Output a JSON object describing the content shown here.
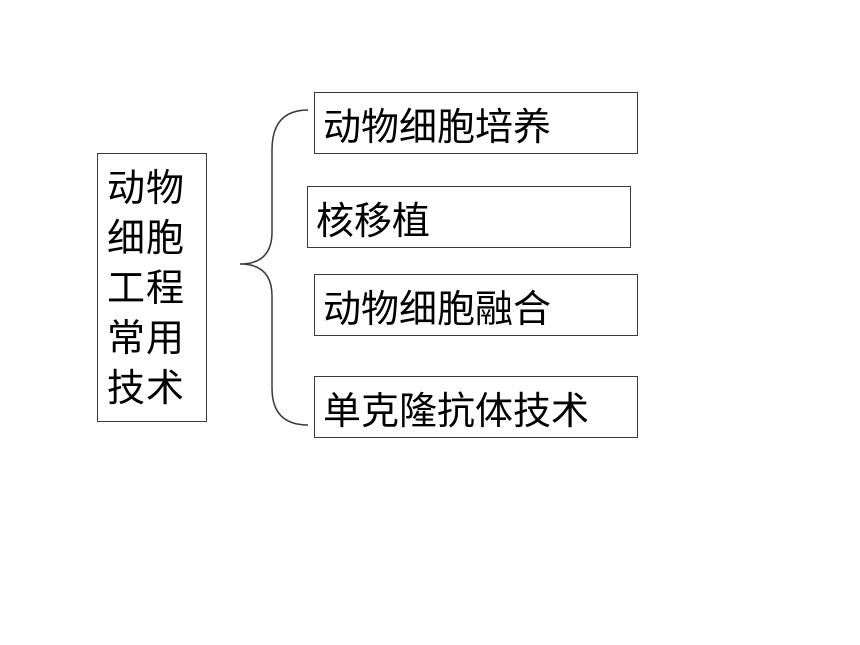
{
  "root": {
    "lines": [
      "动物",
      "细胞",
      "工程",
      "常用",
      "技术"
    ]
  },
  "branches": [
    {
      "label": "动物细胞培养"
    },
    {
      "label": "核移植"
    },
    {
      "label": "动物细胞融合"
    },
    {
      "label": "单克隆抗体技术"
    }
  ],
  "colors": {
    "line": "#3a3a3a",
    "text": "#000000",
    "background": "#ffffff"
  }
}
